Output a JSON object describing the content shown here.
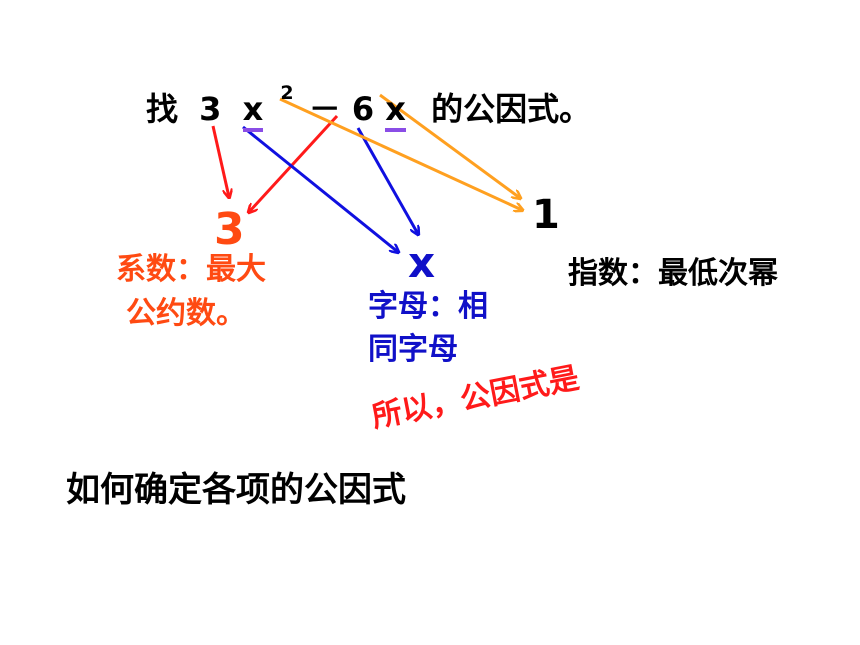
{
  "title": {
    "prefix": "找",
    "term1_coef": "3",
    "term1_var": "x",
    "term1_exp": "2",
    "operator": "－",
    "term2_coef": "6",
    "term2_var": "x",
    "suffix": "的公因式。"
  },
  "results": {
    "coefficient": "3",
    "letter": "x",
    "exponent": "1"
  },
  "notes": {
    "coefficient_line1": "系数：最大",
    "coefficient_line2": "公约数。",
    "letter_line1": "字母：相",
    "letter_line2": "同字母",
    "exponent": "指数：最低次幂"
  },
  "conclusion": "所以，公因式是",
  "question": "如何确定各项的公因式",
  "colors": {
    "coefficient": "#ff4a12",
    "letter": "#1010c8",
    "exponent_arrow": "#ffa020",
    "red_arrow": "#ff1a1a",
    "underline": "#8a4de6"
  }
}
